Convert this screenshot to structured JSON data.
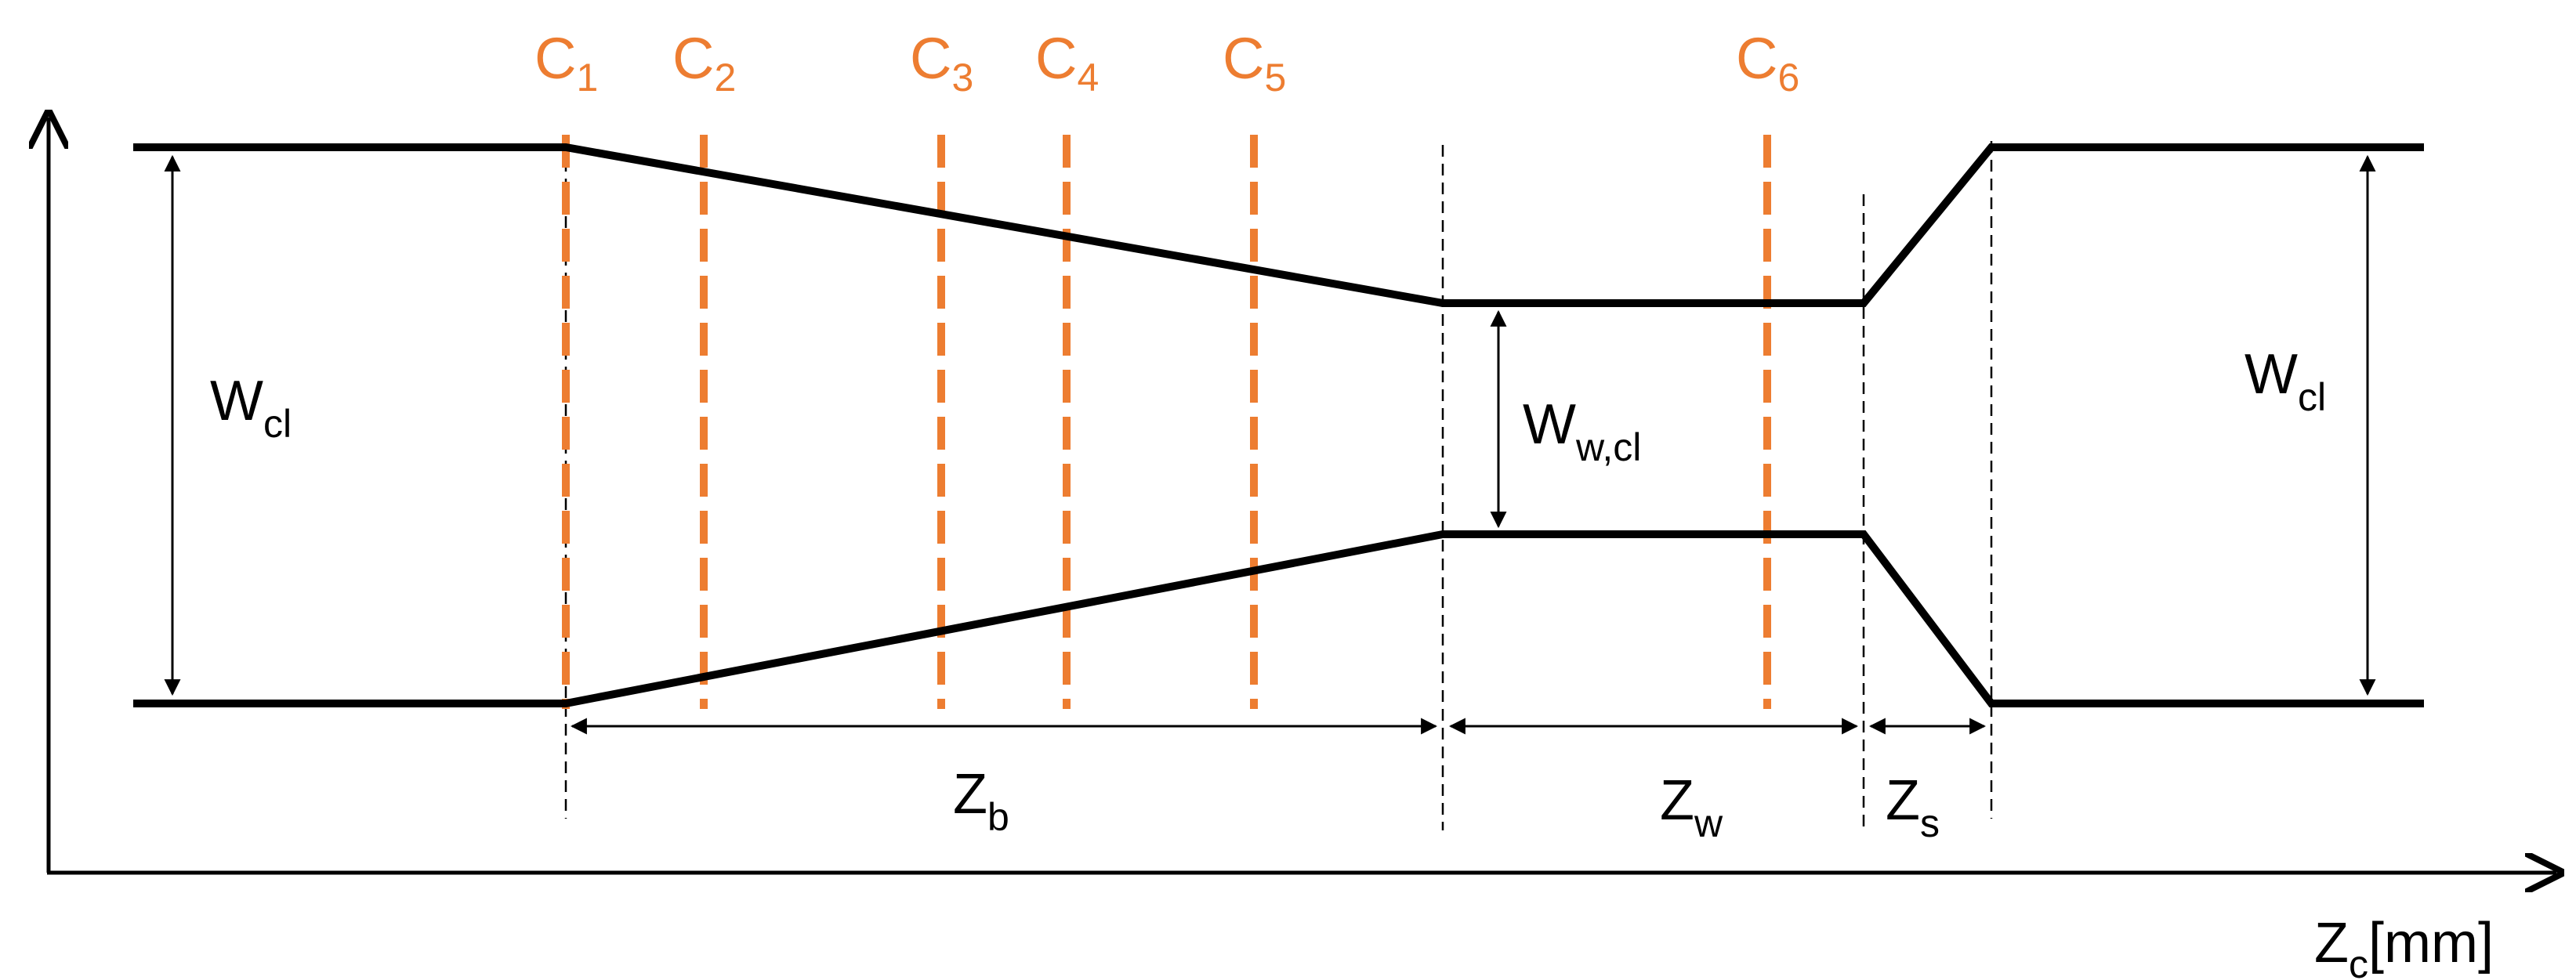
{
  "colors": {
    "profile": "#000000",
    "sections": "#ED7D31",
    "guides": "#000000",
    "axis": "#000000"
  },
  "sections": [
    {
      "main": "C",
      "sub": "1"
    },
    {
      "main": "C",
      "sub": "2"
    },
    {
      "main": "C",
      "sub": "3"
    },
    {
      "main": "C",
      "sub": "4"
    },
    {
      "main": "C",
      "sub": "5"
    },
    {
      "main": "C",
      "sub": "6"
    }
  ],
  "dimensions": {
    "w_cl_left": {
      "main": "W",
      "sub": "cl"
    },
    "w_w_cl": {
      "main": "W",
      "sub": "w,cl"
    },
    "w_cl_right": {
      "main": "W",
      "sub": "cl"
    },
    "z_b": {
      "main": "Z",
      "sub": "b"
    },
    "z_w": {
      "main": "Z",
      "sub": "w"
    },
    "z_s": {
      "main": "Z",
      "sub": "s"
    }
  },
  "axis": {
    "x_label_main": "Z",
    "x_label_sub": "c",
    "x_label_unit": "[mm]"
  }
}
